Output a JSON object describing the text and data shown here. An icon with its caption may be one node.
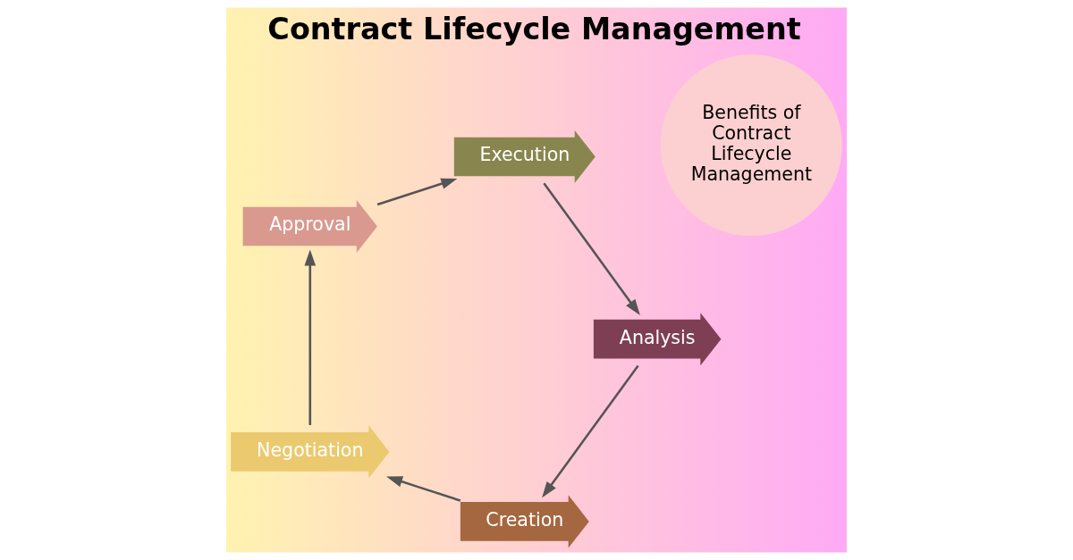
{
  "diagram": {
    "title": "Contract Lifecycle Management",
    "nodes": [
      {
        "text": [
          "Creation"
        ]
      },
      {
        "text": [
          "Negotiation"
        ]
      },
      {
        "text": [
          "Approval"
        ]
      },
      {
        "text": [
          "Execution"
        ]
      },
      {
        "text": [
          "Analysis"
        ]
      },
      {
        "text": [
          "Benefits of Contract Lifecycle Management"
        ]
      }
    ],
    "edges": [
      {
        "from": 0,
        "to": 1,
        "arrow": "to"
      },
      {
        "from": 1,
        "to": 2,
        "arrow": "to"
      },
      {
        "from": 2,
        "to": 3,
        "arrow": "to"
      },
      {
        "from": 3,
        "to": 4,
        "arrow": "to"
      },
      {
        "from": 4,
        "to": 0,
        "arrow": "to"
      }
    ]
  }
}
